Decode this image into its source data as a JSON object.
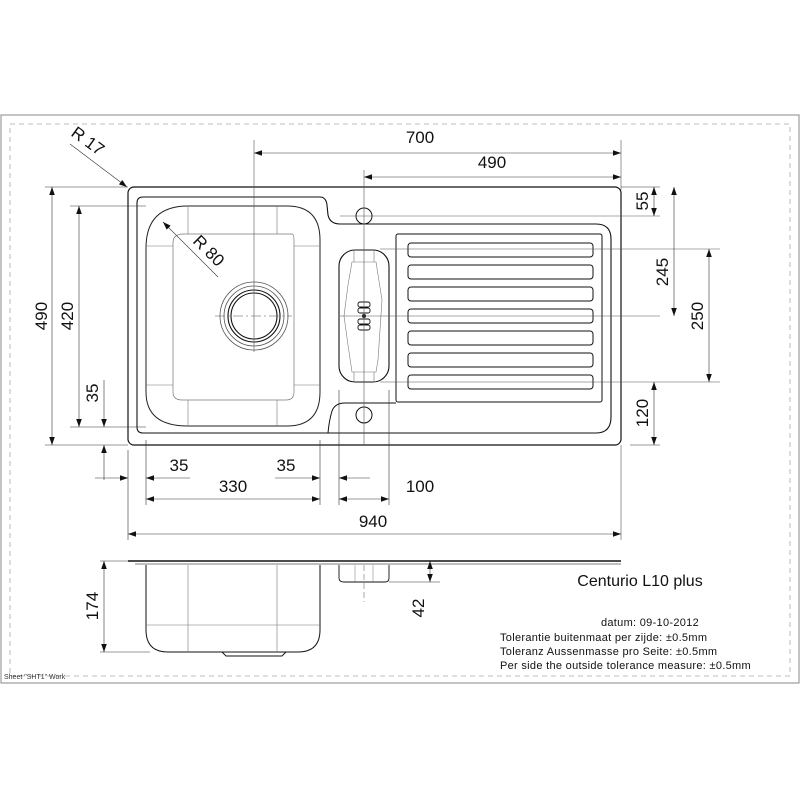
{
  "drawing": {
    "product_name": "Centurio L10 plus",
    "date_line": "datum: 09-10-2012",
    "tolerance_lines": [
      "Tolerantie buitenmaat per zijde: ±0.5mm",
      "Toleranz Aussenmasse pro Seite: ±0.5mm",
      "Per side the outside tolerance measure: ±0.5mm"
    ],
    "sheet_label": "Sheet \"SHT1\" Work"
  },
  "dimensions": {
    "radius_outer": "R 17",
    "radius_bowl": "R 80",
    "top_700": "700",
    "top_490": "490",
    "left_490": "490",
    "left_420": "420",
    "left_35": "35",
    "bottom_35_left": "35",
    "bottom_35_right": "35",
    "bottom_330": "330",
    "bottom_100": "100",
    "bottom_940": "940",
    "right_55": "55",
    "right_245": "245",
    "right_250": "250",
    "right_120": "120",
    "side_174": "174",
    "side_42": "42"
  },
  "colors": {
    "line": "#111111",
    "thin": "#555555",
    "border": "#888888"
  }
}
